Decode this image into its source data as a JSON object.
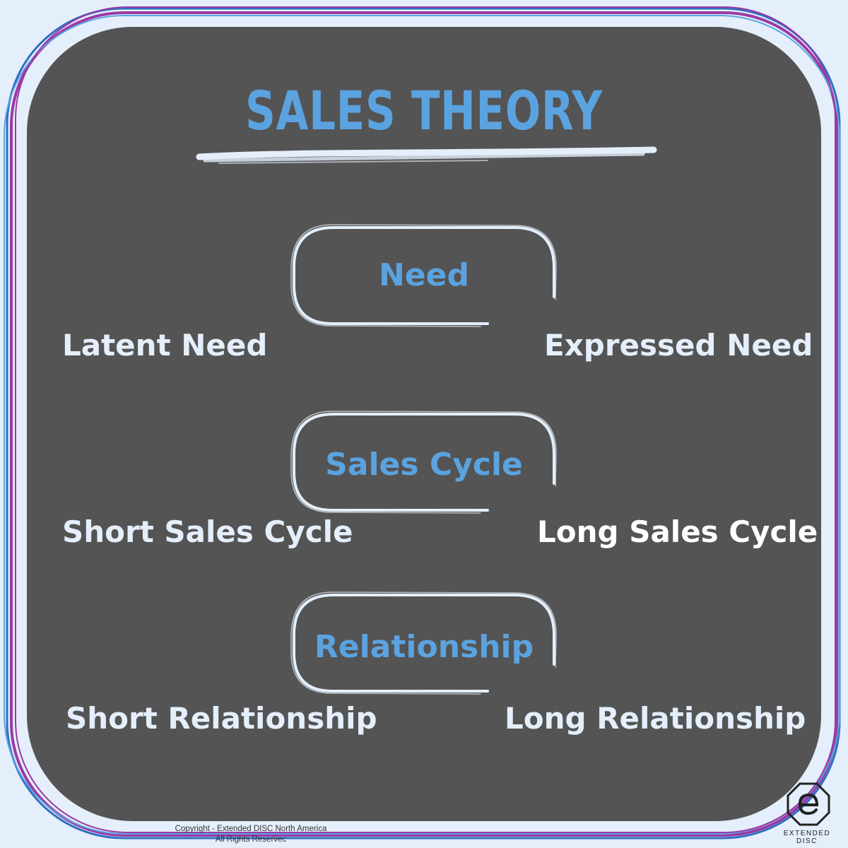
{
  "title": "SALES THEORY",
  "sections": [
    {
      "label": "Need",
      "left": "Latent Need",
      "right": "Expressed Need"
    },
    {
      "label": "Sales Cycle",
      "left": "Short Sales Cycle",
      "right": "Long Sales Cycle"
    },
    {
      "label": "Relationship",
      "left": "Short Relationship",
      "right": "Long Relationship"
    }
  ],
  "footer": {
    "copyright_line1": "Copyright - Extended DISC North America",
    "copyright_line2": "All Rights Reservec",
    "logo_text": "EXTENDED DISC"
  },
  "colors": {
    "background": "#e4effb",
    "panel": "#545454",
    "accent_blue": "#5ba3e0",
    "border_purple": "#9b3aa5",
    "border_blue": "#2f6fc0"
  },
  "icons": {
    "logo": "octagon-e-logo-icon"
  }
}
